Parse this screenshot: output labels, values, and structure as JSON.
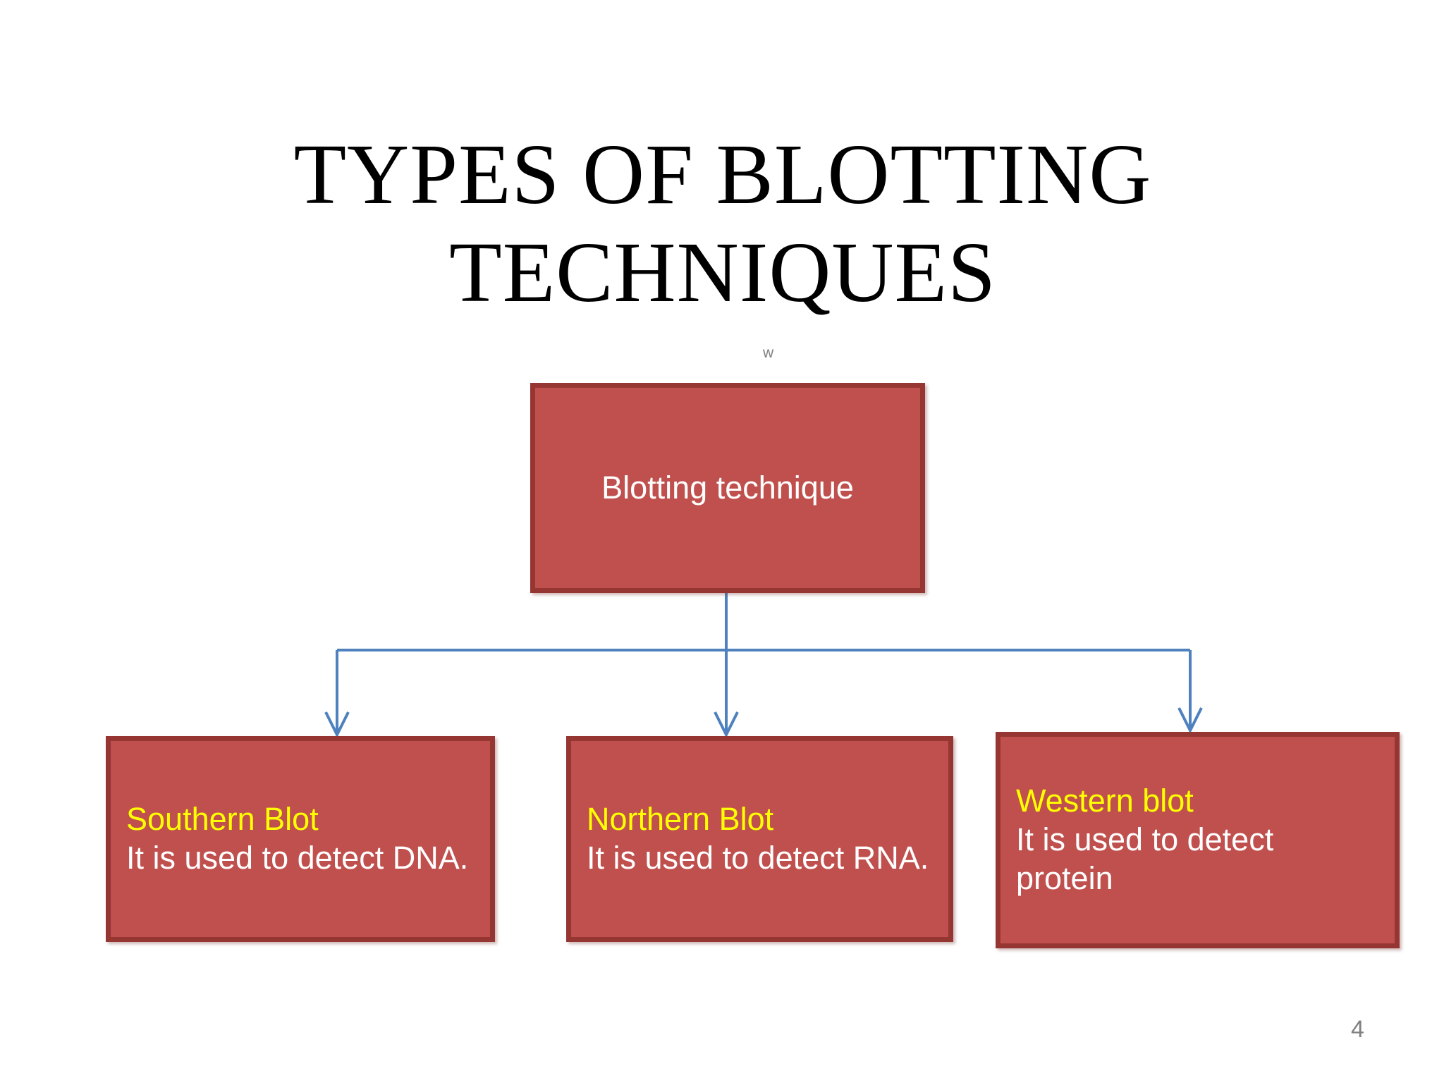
{
  "slide": {
    "title": "TYPES OF BLOTTING\nTECHNIQUES",
    "stray_label": "w",
    "page_number": "4",
    "background_color": "#ffffff"
  },
  "colors": {
    "box_fill": "#c0504d",
    "box_border": "#963632",
    "heading_text": "#ffff00",
    "body_text": "#ffffff",
    "connector_line": "#4e81bd",
    "title_text": "#000000",
    "page_number_text": "#808080"
  },
  "diagram": {
    "type": "hierarchy",
    "root": {
      "id": "blotting-technique",
      "label": "Blotting technique"
    },
    "children": [
      {
        "id": "southern-blot",
        "heading": "Southern Blot",
        "description": "It is used to detect DNA."
      },
      {
        "id": "northern-blot",
        "heading": "Northern Blot",
        "description": "It is used to detect RNA."
      },
      {
        "id": "western-blot",
        "heading": "Western blot",
        "description": "It is used to detect protein"
      }
    ]
  }
}
